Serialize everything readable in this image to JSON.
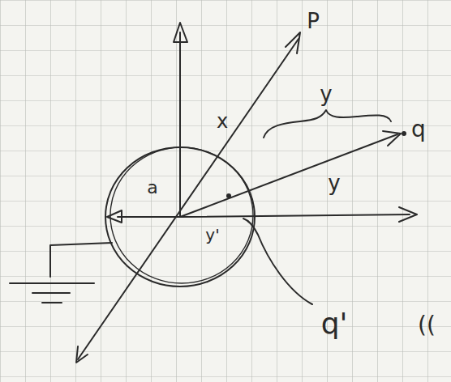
{
  "diagram": {
    "labels": [
      "P",
      "x",
      "y",
      "y",
      "q",
      "a",
      "y'",
      "q'",
      "(("
    ]
  }
}
